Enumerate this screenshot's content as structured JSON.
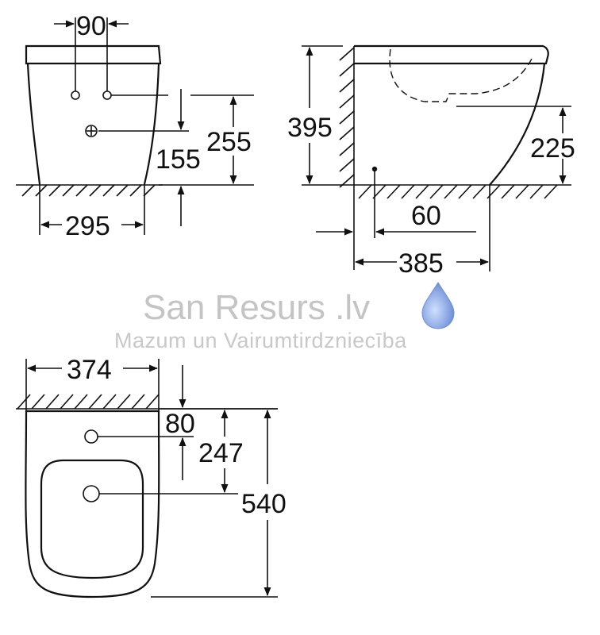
{
  "watermark": {
    "brand": "San Resurs .lv",
    "tagline": "Mazum un Vairumtirdzniecība",
    "drop_icon": "water-drop-icon",
    "drop_color": "#7b9bd8"
  },
  "front_view": {
    "dim_top": "90",
    "dim_side_inner": "155",
    "dim_side_outer": "255",
    "dim_width": "295"
  },
  "side_view": {
    "dim_height": "395",
    "dim_outlet_height": "225",
    "dim_inlet_offset": "60",
    "dim_depth": "385"
  },
  "top_view": {
    "dim_width": "374",
    "dim_hole1": "80",
    "dim_hole2": "247",
    "dim_length": "540"
  }
}
